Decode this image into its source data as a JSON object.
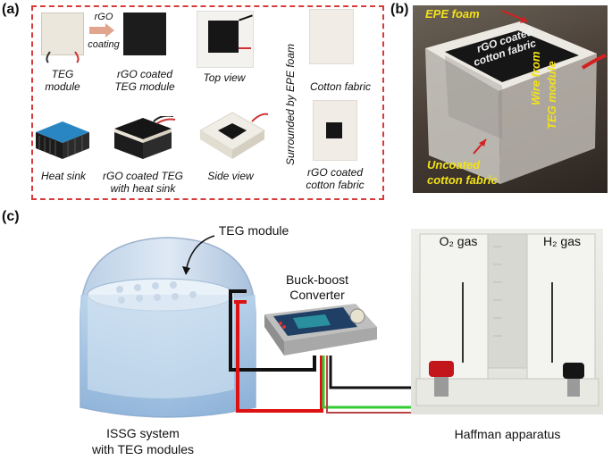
{
  "panels": {
    "a": "(a)",
    "b": "(b)",
    "c": "(c)"
  },
  "panel_a": {
    "arrow_top": "rGO",
    "arrow_bottom": "coating",
    "captions": {
      "teg_module": [
        "TEG",
        "module"
      ],
      "rgo_teg_module": [
        "rGO coated",
        "TEG module"
      ],
      "top_view": "Top view",
      "cotton_fabric": "Cotton fabric",
      "heat_sink": "Heat sink",
      "rgo_teg_heat_sink": [
        "rGO coated TEG",
        "with heat sink"
      ],
      "side_view": "Side view",
      "rgo_cotton": [
        "rGO coated",
        "cotton fabric"
      ]
    },
    "vertical_label": "Surrounded by EPE foam",
    "border_color": "#d63a3a"
  },
  "panel_b": {
    "epe_foam": "EPE foam",
    "rgo_cotton": [
      "rGO coated",
      "cotton fabric"
    ],
    "uncoated": [
      "Uncoated",
      "cotton fabric"
    ],
    "wire": [
      "Wire from",
      "TEG module"
    ],
    "label_color": "#f3e21a"
  },
  "panel_c": {
    "teg_module": "TEG module",
    "buck_boost": [
      "Buck-boost",
      "Converter"
    ],
    "o2_gas": "O₂ gas",
    "h2_gas": "H₂ gas",
    "issg": [
      "ISSG system",
      "with TEG modules"
    ],
    "haffman": "Haffman apparatus"
  }
}
